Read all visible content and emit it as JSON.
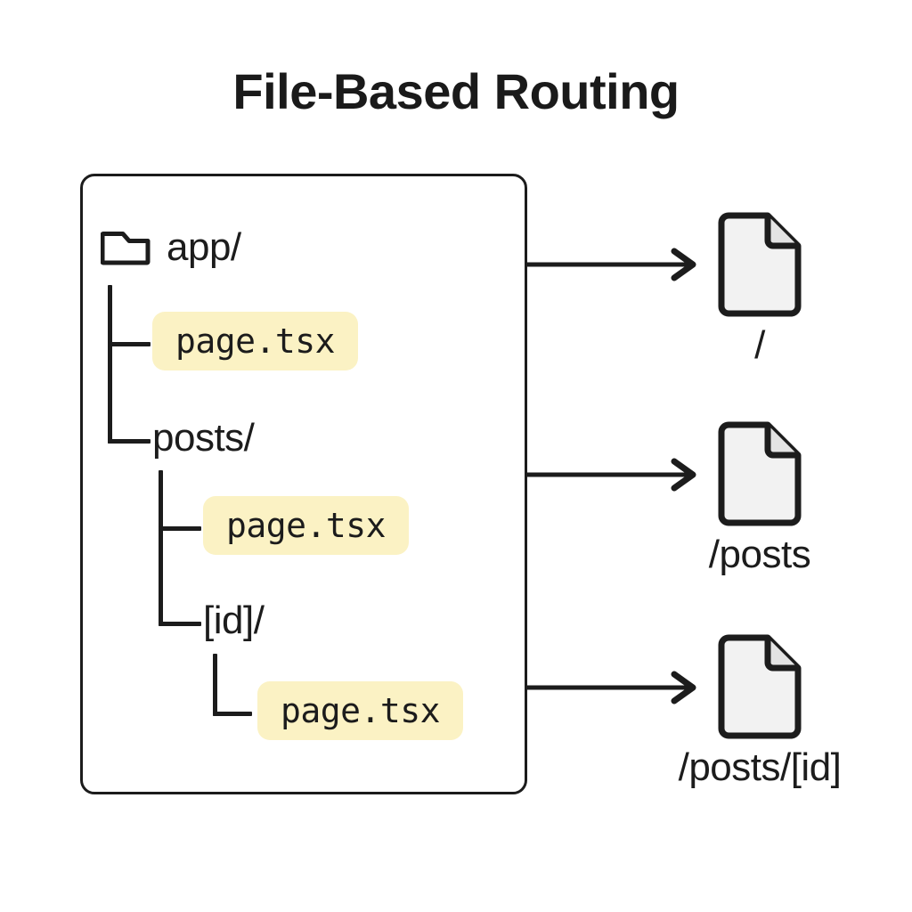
{
  "title": "File-Based Routing",
  "tree": {
    "root": {
      "icon": "folder-icon",
      "label": "app/"
    },
    "nodes": [
      {
        "label": "page.tsx",
        "type": "file",
        "depth": 1,
        "connector": "tee"
      },
      {
        "label": "posts/",
        "type": "folder",
        "depth": 1,
        "connector": "elbow"
      },
      {
        "label": "page.tsx",
        "type": "file",
        "depth": 2,
        "connector": "tee"
      },
      {
        "label": "[id]/",
        "type": "folder",
        "depth": 2,
        "connector": "elbow"
      },
      {
        "label": "page.tsx",
        "type": "file",
        "depth": 3,
        "connector": "elbow"
      }
    ]
  },
  "routes": [
    {
      "icon": "document-icon",
      "label": "/"
    },
    {
      "icon": "document-icon",
      "label": "/posts"
    },
    {
      "icon": "document-icon",
      "label": "/posts/[id]"
    }
  ],
  "arrows": [
    {
      "name": "arrow-to-root-route"
    },
    {
      "name": "arrow-to-posts-route"
    },
    {
      "name": "arrow-to-post-id-route"
    }
  ],
  "colors": {
    "ink": "#1c1c1c",
    "highlight": "#fbf2c4",
    "doc_fill": "#f2f2f2",
    "background": "#ffffff"
  }
}
